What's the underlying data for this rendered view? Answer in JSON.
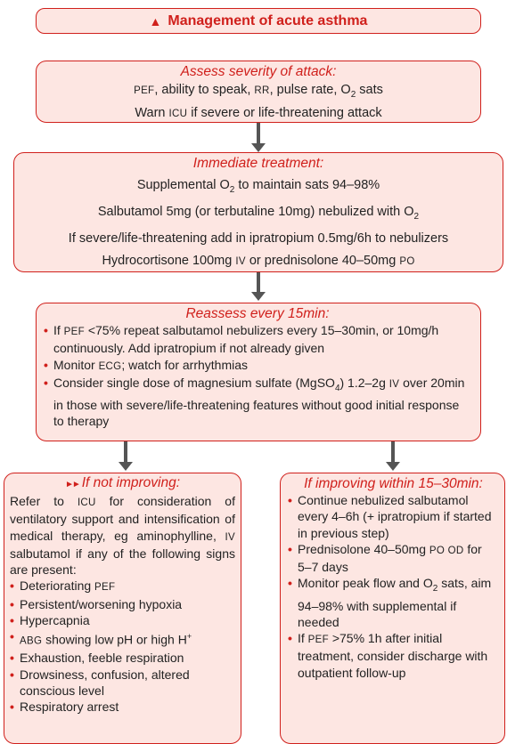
{
  "title": {
    "warning_glyph": "▲",
    "text": "Management of acute asthma"
  },
  "assess": {
    "heading": "Assess severity of attack:",
    "line1": {
      "a": "PEF",
      "b": ", ability to speak, ",
      "c": "RR",
      "d": ", pulse rate, O",
      "e": "2",
      "f": " sats"
    },
    "line2": {
      "a": "Warn ",
      "b": "ICU",
      "c": " if severe or life-threatening attack"
    }
  },
  "immediate": {
    "heading": "Immediate treatment:",
    "line1": {
      "a": "Supplemental O",
      "b": "2",
      "c": " to maintain sats 94–98%"
    },
    "line2": {
      "a": "Salbutamol 5mg (or terbutaline 10mg) nebulized with O",
      "b": "2"
    },
    "line3": "If severe/life-threatening add in ipratropium 0.5mg/6h to nebulizers",
    "line4": {
      "a": "Hydrocortisone 100mg ",
      "b": "IV",
      "c": " or prednisolone 40–50mg ",
      "d": "PO"
    }
  },
  "reassess": {
    "heading": "Reassess every 15min:",
    "item1": {
      "a": "If ",
      "b": "PEF",
      "c": " <75% repeat salbutamol nebulizers every 15–30min, or 10mg/h continuously. Add ipratropium if not already given"
    },
    "item2": {
      "a": "Monitor ",
      "b": "ECG",
      "c": "; watch for arrhythmias"
    },
    "item3": {
      "a": "Consider single dose of magnesium sulfate (MgSO",
      "b": "4",
      "c": ") 1.2–2g ",
      "d": "IV",
      "e": " over 20min in those with severe/life-threatening features without good initial response to therapy"
    }
  },
  "not_improving": {
    "heading_glyph": "►►",
    "heading": "If not improving:",
    "intro": {
      "a": "Refer to ",
      "b": "ICU",
      "c": " for consideration of ventilatory support and intensification of medical therapy, eg aminophylline, ",
      "d": "IV",
      "e": " salbutamol if any of the following signs are present:"
    },
    "item1": {
      "a": "Deteriorating ",
      "b": "PEF"
    },
    "item2": "Persistent/worsening hypoxia",
    "item3": "Hypercapnia",
    "item4": {
      "a": "ABG",
      "b": " showing low pH or high H",
      "c": "+"
    },
    "item5": "Exhaustion, feeble respiration",
    "item6": "Drowsiness, confusion, altered conscious level",
    "item7": "Respiratory arrest"
  },
  "improving": {
    "heading": "If improving within 15–30min:",
    "item1": "Continue nebulized salbutamol every 4–6h (+ ipratropium if started in previous step)",
    "item2": {
      "a": "Prednisolone 40–50mg ",
      "b": "PO OD",
      "c": " for 5–7 days"
    },
    "item3": {
      "a": "Monitor peak flow and O",
      "b": "2",
      "c": " sats, aim 94–98% with supplemental if needed"
    },
    "item4": {
      "a": "If ",
      "b": "PEF",
      "c": " >75% 1h after initial treatment, consider discharge with outpatient follow-up"
    }
  },
  "colors": {
    "accent": "#d0201c",
    "box_fill": "#fde6e2",
    "arrow": "#555555"
  }
}
